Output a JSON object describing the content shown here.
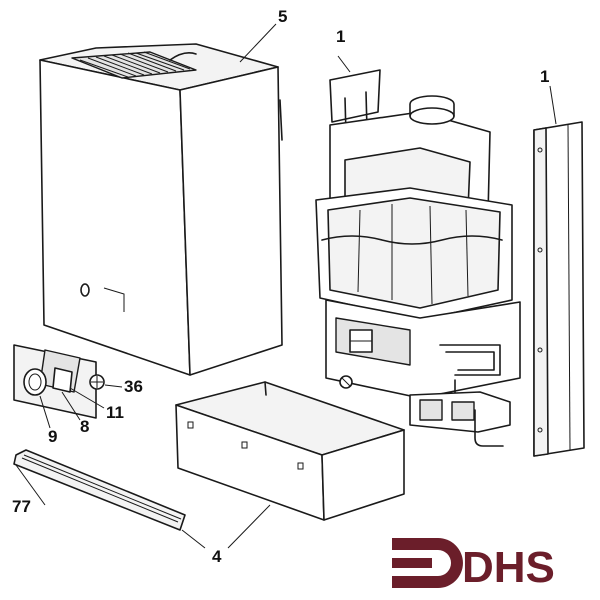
{
  "diagram": {
    "callouts": [
      {
        "id": "c5",
        "text": "5"
      },
      {
        "id": "c1a",
        "text": "1"
      },
      {
        "id": "c1b",
        "text": "1"
      },
      {
        "id": "c36",
        "text": "36"
      },
      {
        "id": "c11",
        "text": "11"
      },
      {
        "id": "c9",
        "text": "9"
      },
      {
        "id": "c8",
        "text": "8"
      },
      {
        "id": "c77",
        "text": "77"
      },
      {
        "id": "c4",
        "text": "4"
      }
    ]
  },
  "logo": {
    "text": "DHS",
    "color": "#6b1e2a"
  }
}
